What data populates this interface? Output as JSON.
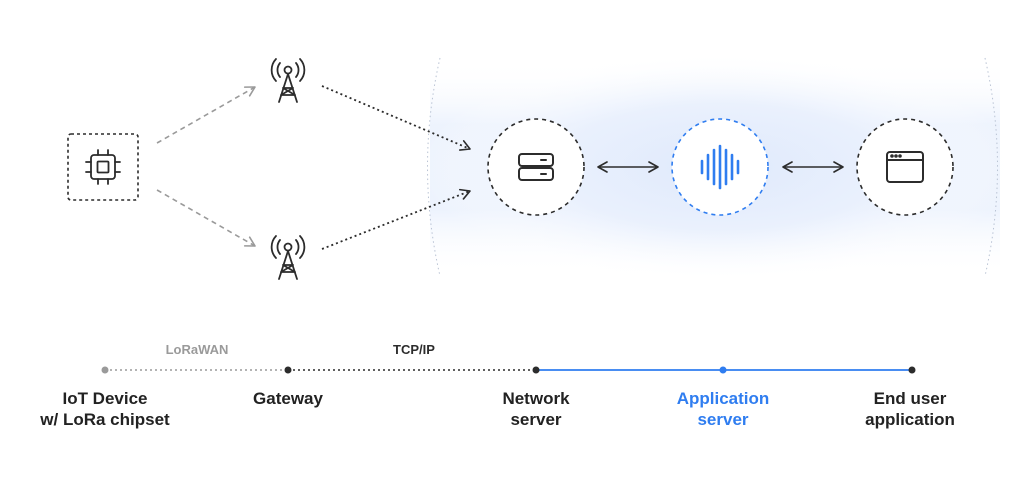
{
  "colors": {
    "accent": "#2f7df0",
    "dark": "#2c2c2c",
    "muted": "#9a9a9a",
    "glow": "#e6eefc"
  },
  "nodes": [
    {
      "id": "iot-device",
      "icon": "chip-icon",
      "shape": "dashed-square"
    },
    {
      "id": "gateway-top",
      "icon": "antenna-tower-icon"
    },
    {
      "id": "gateway-bottom",
      "icon": "antenna-tower-icon"
    },
    {
      "id": "network-server",
      "icon": "server-stack-icon",
      "shape": "dashed-circle"
    },
    {
      "id": "application-server",
      "icon": "sound-wave-icon",
      "shape": "dashed-circle",
      "highlighted": true
    },
    {
      "id": "end-user-application",
      "icon": "browser-window-icon",
      "shape": "dashed-circle"
    }
  ],
  "connections": [
    {
      "from": "iot-device",
      "to": "gateway-top",
      "style": "gray-dashed",
      "arrow": "end"
    },
    {
      "from": "iot-device",
      "to": "gateway-bottom",
      "style": "gray-dashed",
      "arrow": "end"
    },
    {
      "from": "gateway-top",
      "to": "network-server",
      "style": "dark-dotted",
      "arrow": "end"
    },
    {
      "from": "gateway-bottom",
      "to": "network-server",
      "style": "dark-dotted",
      "arrow": "end"
    },
    {
      "from": "network-server",
      "to": "application-server",
      "style": "solid",
      "arrow": "both"
    },
    {
      "from": "application-server",
      "to": "end-user-application",
      "style": "solid",
      "arrow": "both"
    }
  ],
  "timeline": {
    "segments": [
      {
        "label": "LoRaWAN",
        "style": "gray-dashed"
      },
      {
        "label": "TCP/IP",
        "style": "dark-dotted"
      },
      {
        "label": "",
        "style": "blue-solid"
      }
    ],
    "stops": [
      {
        "label": "IoT Device\nw/ LoRa chipset",
        "highlighted": false
      },
      {
        "label": "Gateway",
        "highlighted": false
      },
      {
        "label": "Network\nserver",
        "highlighted": false
      },
      {
        "label": "Application\nserver",
        "highlighted": true
      },
      {
        "label": "End user\napplication",
        "highlighted": false
      }
    ]
  }
}
